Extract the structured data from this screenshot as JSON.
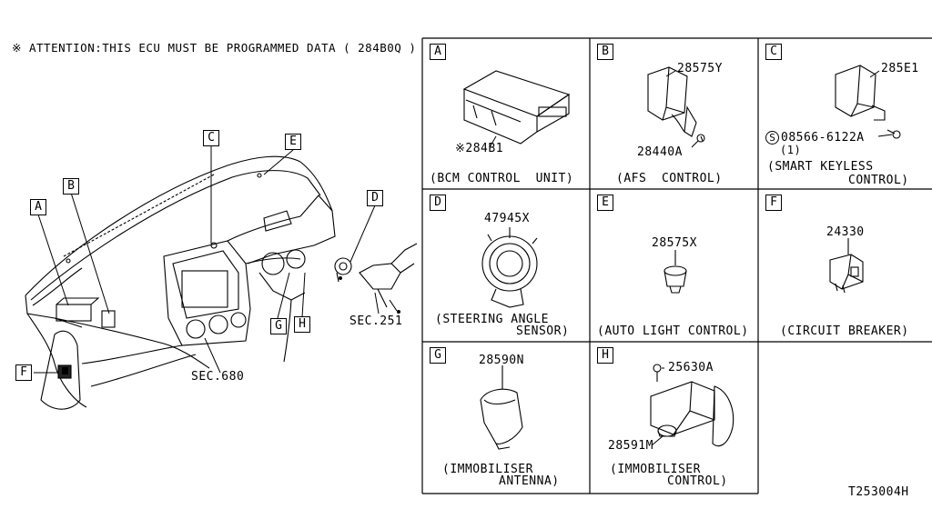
{
  "attention_note": "※ ATTENTION:THIS ECU MUST BE PROGRAMMED DATA ( 284B0Q )",
  "figure_id": "T253004H",
  "overview": {
    "callout_letters": [
      "A",
      "B",
      "C",
      "D",
      "E",
      "F",
      "G",
      "H"
    ],
    "section_refs": {
      "sec_251": "SEC.251",
      "sec_680": "SEC.680"
    }
  },
  "panels": {
    "A": {
      "letter": "A",
      "parts": [
        "※284B1"
      ],
      "caption_lines": [
        "(BCM CONTROL  UNIT)"
      ]
    },
    "B": {
      "letter": "B",
      "parts": [
        "28575Y",
        "28440A"
      ],
      "caption_lines": [
        "(AFS  CONTROL)"
      ]
    },
    "C": {
      "letter": "C",
      "parts": [
        "285E1",
        "08566-6122A",
        "(1)"
      ],
      "bolt_symbol": "S",
      "caption_lines": [
        "(SMART KEYLESS",
        "CONTROL)"
      ]
    },
    "D": {
      "letter": "D",
      "parts": [
        "47945X"
      ],
      "caption_lines": [
        "(STEERING ANGLE",
        "SENSOR)"
      ]
    },
    "E": {
      "letter": "E",
      "parts": [
        "28575X"
      ],
      "caption_lines": [
        "(AUTO LIGHT CONTROL)"
      ]
    },
    "F": {
      "letter": "F",
      "parts": [
        "24330"
      ],
      "caption_lines": [
        "(CIRCUIT BREAKER)"
      ]
    },
    "G": {
      "letter": "G",
      "parts": [
        "28590N"
      ],
      "caption_lines": [
        "(IMMOBILISER",
        "ANTENNA)"
      ]
    },
    "H": {
      "letter": "H",
      "parts": [
        "25630A",
        "28591M"
      ],
      "caption_lines": [
        "(IMMOBILISER",
        "CONTROL)"
      ]
    }
  }
}
